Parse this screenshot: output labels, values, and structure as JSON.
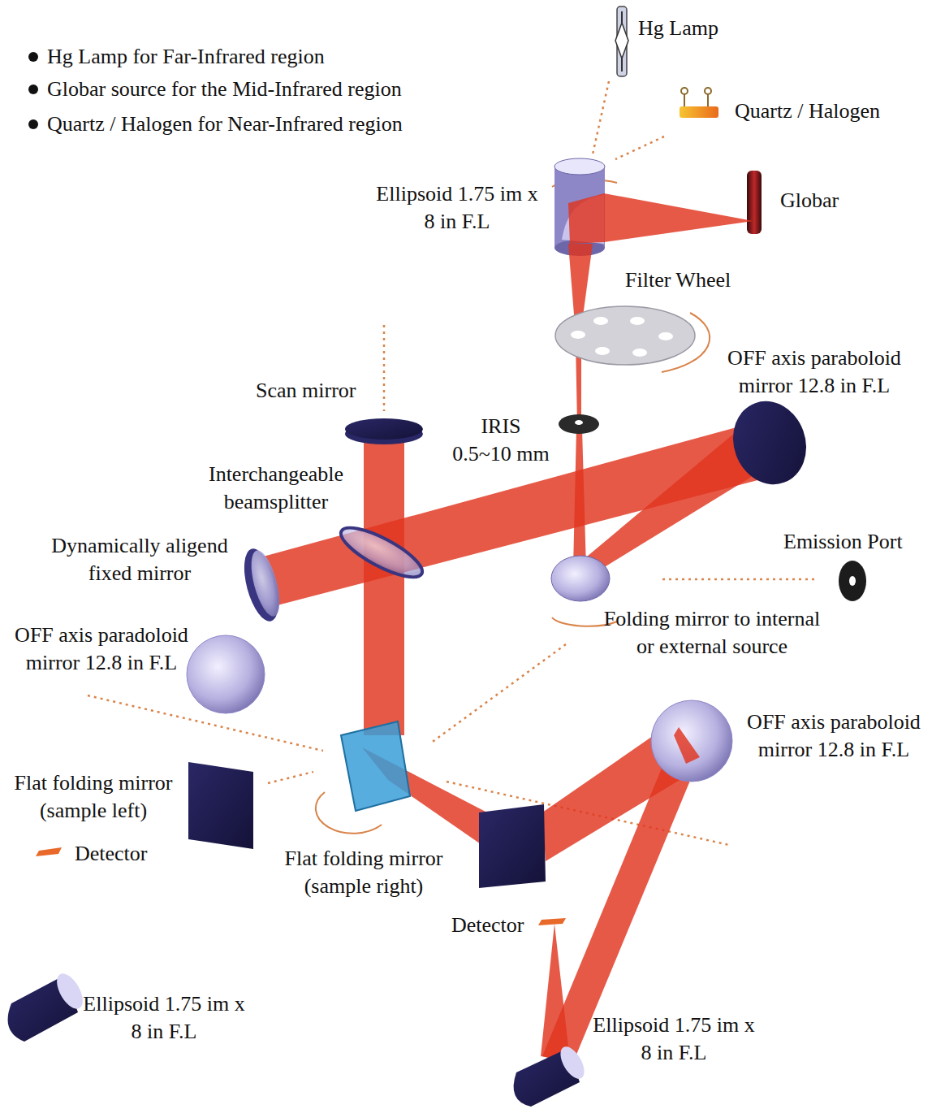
{
  "diagram": {
    "labels": [
      "Hg Lamp for Far-Infrared region",
      "Globar source for the Mid-Infrared region",
      "Quartz / Halogen for Near-Infrared region",
      "Hg Lamp",
      "Quartz / Halogen",
      "Ellipsoid 1.75 im x 8 in F.L",
      "Globar",
      "Filter Wheel",
      "OFF axis paraboloid mirror 12.8 in F.L",
      "Scan mirror",
      "IRIS 0.5~10 mm",
      "Interchangeable beamsplitter",
      "Dynamically aligend fixed mirror",
      "Emission Port",
      "OFF axis paradoloid mirror 12.8 in F.L",
      "Folding mirror to internal or external source",
      "OFF axis paraboloid mirror 12.8 in F.L",
      "Flat folding mirror (sample left)",
      "Detector",
      "Flat folding mirror (sample right)",
      "Detector",
      "Ellipsoid 1.75 im x 8 in F.L",
      "Ellipsoid 1.75 im x 8 in F.L"
    ]
  }
}
